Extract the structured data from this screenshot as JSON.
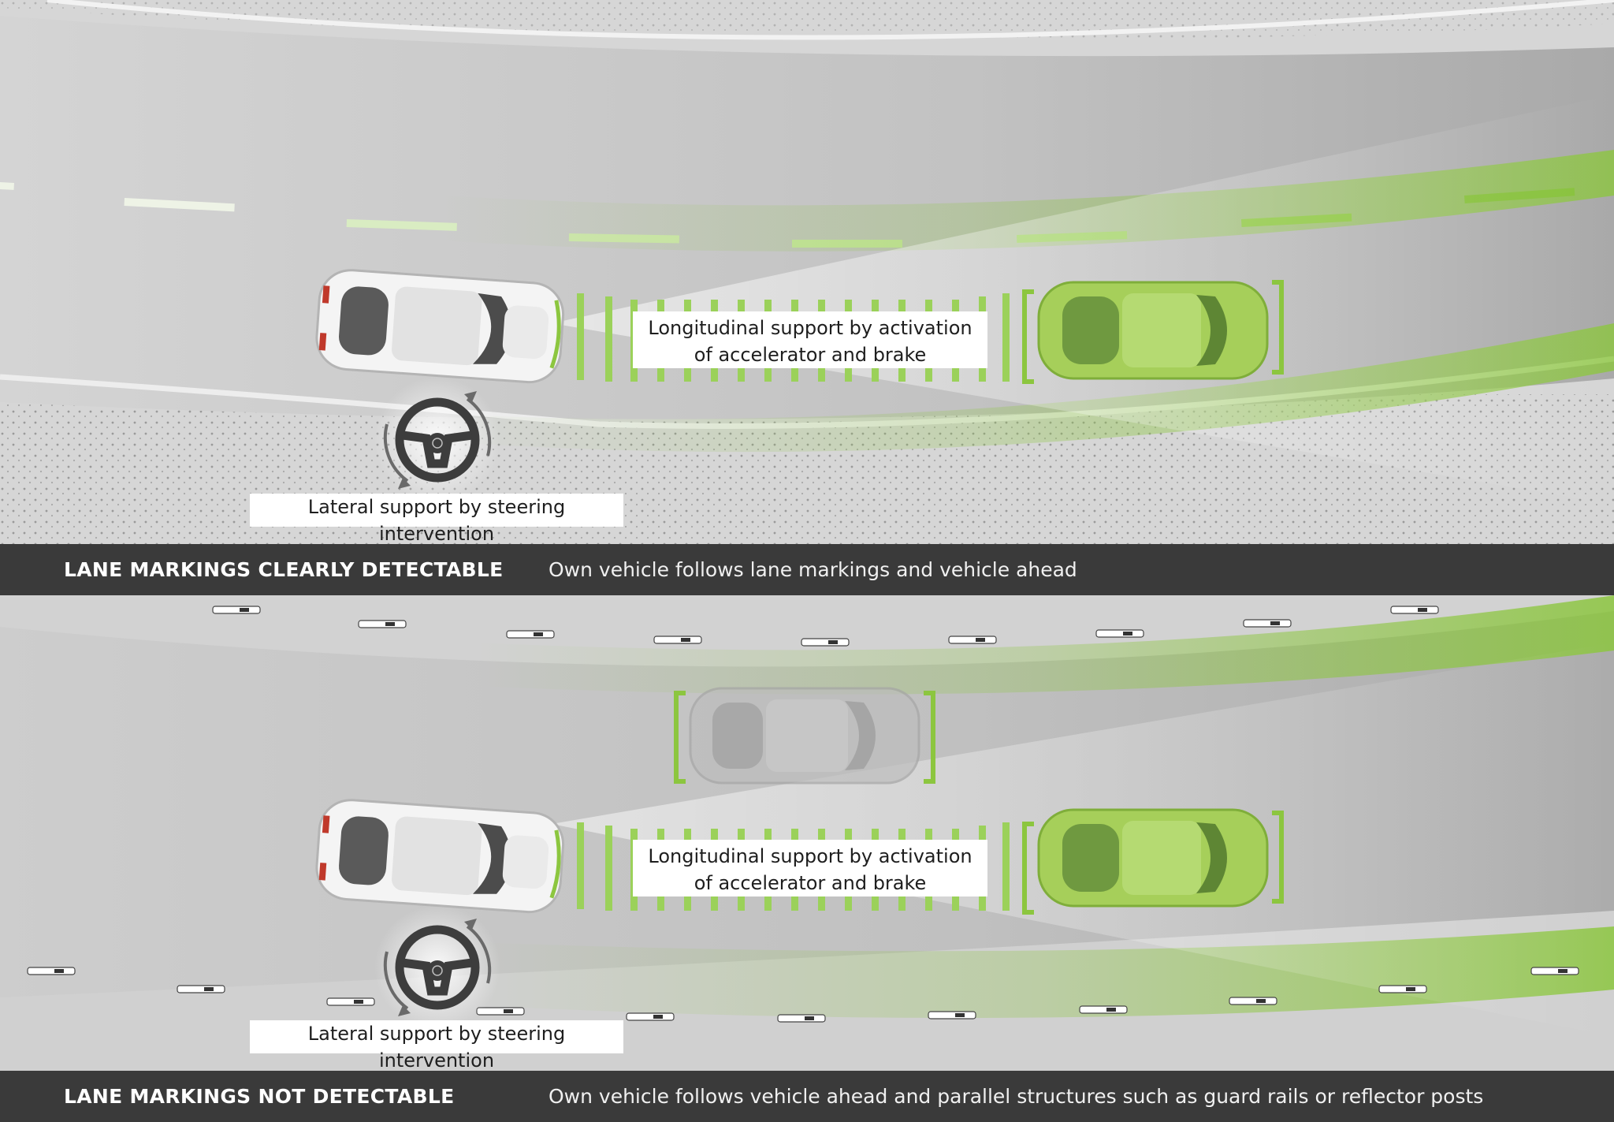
{
  "scenario_top": {
    "title": "LANE MARKINGS CLEARLY DETECTABLE",
    "description": "Own vehicle follows lane markings and vehicle ahead",
    "longitudinal_label": "Longitudinal support by activation of accelerator and brake",
    "lateral_label": "Lateral support by steering intervention"
  },
  "scenario_bottom": {
    "title": "LANE MARKINGS NOT DETECTABLE",
    "description": "Own vehicle follows vehicle ahead and parallel structures such as guard rails or reflector posts",
    "longitudinal_label": "Longitudinal support by activation of accelerator and brake",
    "lateral_label": "Lateral support by steering intervention"
  },
  "colors": {
    "accent_green": "#8cc63f",
    "road": "#c4c4c4",
    "shoulder": "#d9d9d9",
    "bar": "#3a3a3a",
    "label_bg": "#ffffff"
  },
  "icons": [
    "steering-wheel-icon",
    "rotate-arrows-icon",
    "own-vehicle-icon",
    "vehicle-ahead-icon",
    "adjacent-vehicle-icon",
    "reflector-post-icon"
  ]
}
